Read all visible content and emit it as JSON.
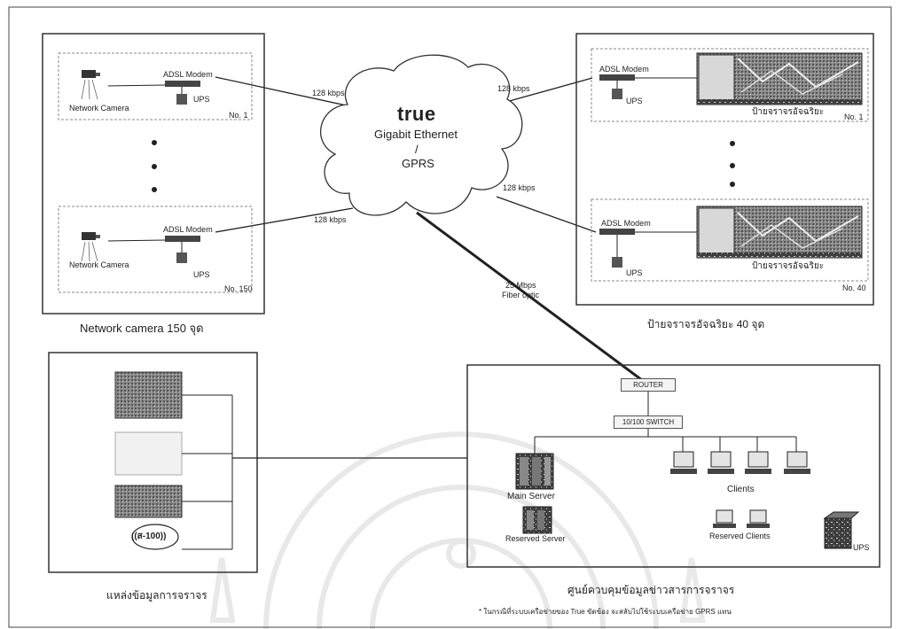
{
  "cloud": {
    "brand": "true",
    "line1": "Gigabit Ethernet",
    "line2": "/",
    "line3": "GPRS"
  },
  "cameras": {
    "device_label": "Network Camera",
    "modem_label": "ADSL Modem",
    "ups_label": "UPS",
    "first_no": "No. 1",
    "last_no": "No. 150",
    "caption": "Network camera 150 จุด"
  },
  "signs": {
    "modem_label": "ADSL Modem",
    "ups_label": "UPS",
    "sign_label": "ป้ายจราจรอัจฉริยะ",
    "first_no": "No. 1",
    "last_no": "No. 40",
    "caption": "ป้ายจราจรอัจฉริยะ 40 จุด"
  },
  "links": {
    "cam_top": "128 kbps",
    "cam_bottom": "128 kbps",
    "sign_top": "128 kbps",
    "sign_bottom": "128 kbps",
    "fiber_speed": "25 Mbps",
    "fiber_type": "Fiber optic"
  },
  "center": {
    "router": "ROUTER",
    "switch": "10/100 SWITCH",
    "main_server": "Main Server",
    "reserved_server": "Reserved Server",
    "clients": "Clients",
    "reserved_clients": "Reserved Clients",
    "ups": "UPS",
    "caption": "ศูนย์ควบคุมข้อมูลข่าวสารการจราจร"
  },
  "sources": {
    "radio_badge": "((ส-100))",
    "caption": "แหล่งข้อมูลการจราจร"
  },
  "footnote": "* ในกรณีที่ระบบเครือข่ายของ True ขัดข้อง จะสลับไปใช้ระบบเครือข่าย GPRS แทน"
}
